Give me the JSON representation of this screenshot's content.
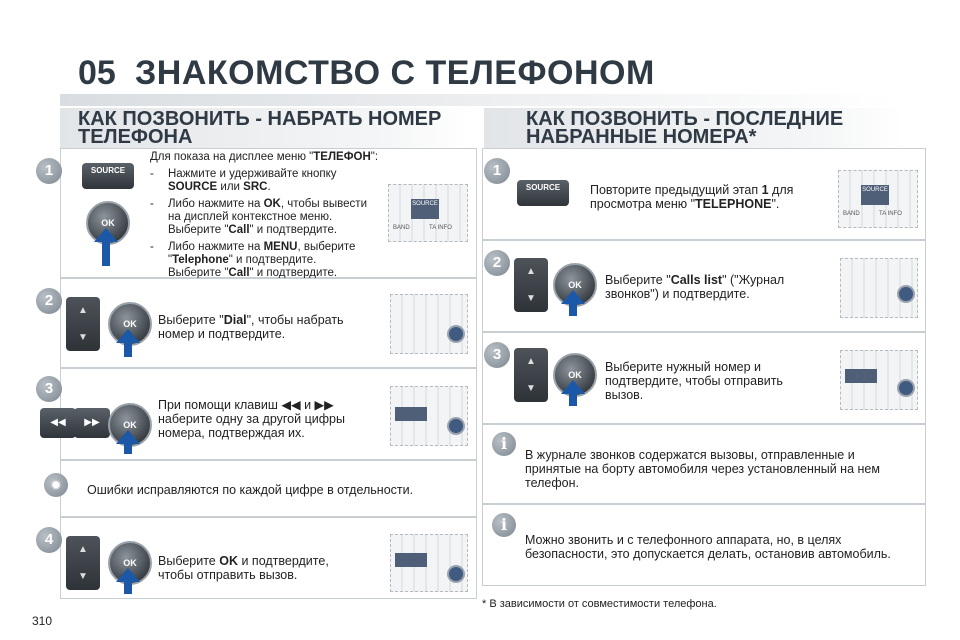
{
  "header": {
    "chapter": "05",
    "title": "ЗНАКОМСТВО С ТЕЛЕФОНОМ"
  },
  "left": {
    "title_line1": "КАК ПОЗВОНИТЬ - НАБРАТЬ НОМЕР",
    "title_line2": "ТЕЛЕФОНА",
    "step1": {
      "num": "1",
      "intro_pre": "Для показа на дисплее меню \"",
      "intro_b": "ТЕЛЕФОН",
      "intro_post": "\":",
      "b1_pre": "Нажмите и удерживайте кнопку",
      "b1_b1": "SOURCE",
      "b1_mid": " или ",
      "b1_b2": "SRC",
      "b1_post": ".",
      "b2_pre": "Либо нажмите на ",
      "b2_b": "OK",
      "b2_post": ", чтобы вывести",
      "b2_l2": "на дисплей контекстное меню.",
      "b2_l3_pre": "Выберите \"",
      "b2_l3_b": "Call",
      "b2_l3_post": "\" и подтвердите.",
      "b3_pre": "Либо нажмите на ",
      "b3_b": "MENU",
      "b3_post": ", выберите",
      "b3_l2_pre": "\"",
      "b3_l2_b": "Telephone",
      "b3_l2_post": "\" и подтвердите.",
      "b3_l3_pre": "Выберите \"",
      "b3_l3_b": "Call",
      "b3_l3_post": "\" и подтвердите."
    },
    "step2": {
      "num": "2",
      "pre": "Выберите \"",
      "b": "Dial",
      "post": "\", чтобы набрать",
      "l2": "номер и подтвердите."
    },
    "step3": {
      "num": "3",
      "l1": "При помощи клавиш ◀◀ и ▶▶",
      "l2": "наберите одну за другой цифры",
      "l3": "номера, подтверждая их."
    },
    "tip": "Ошибки исправляются по каждой цифре в отдельности.",
    "step4": {
      "num": "4",
      "pre": "Выберите ",
      "b": "OK",
      "post": " и подтвердите,",
      "l2": "чтобы отправить вызов."
    }
  },
  "right": {
    "title_line1": "КАК ПОЗВОНИТЬ - ПОСЛЕДНИЕ",
    "title_line2": "НАБРАННЫЕ НОМЕРА*",
    "step1": {
      "num": "1",
      "l1_pre": "Повторите предыдущий этап ",
      "l1_b": "1",
      "l1_post": " для",
      "l2_pre": "просмотра меню \"",
      "l2_b": "TELEPHONE",
      "l2_post": "\"."
    },
    "step2": {
      "num": "2",
      "pre": "Выберите \"",
      "b": "Calls list",
      "post": "\" (\"Журнал",
      "l2": "звонков\") и подтвердите."
    },
    "step3": {
      "num": "3",
      "l1": "Выберите нужный номер и",
      "l2": "подтвердите, чтобы отправить",
      "l3": "вызов."
    },
    "info1": {
      "l1": "В журнале звонков содержатся вызовы, отправленные и",
      "l2": "принятые на борту автомобиля через установленный на нем",
      "l3": "телефон."
    },
    "info2": {
      "l1": "Можно звонить и с телефонного аппарата, но, в целях",
      "l2": "безопасности, это допускается делать, остановив автомобиль."
    },
    "footnote": "* В зависимости от совместимости телефона."
  },
  "labels": {
    "ok": "OK",
    "source": "SOURCE",
    "band": "BAND",
    "ta_info": "TA INFO"
  },
  "page_number": "310"
}
